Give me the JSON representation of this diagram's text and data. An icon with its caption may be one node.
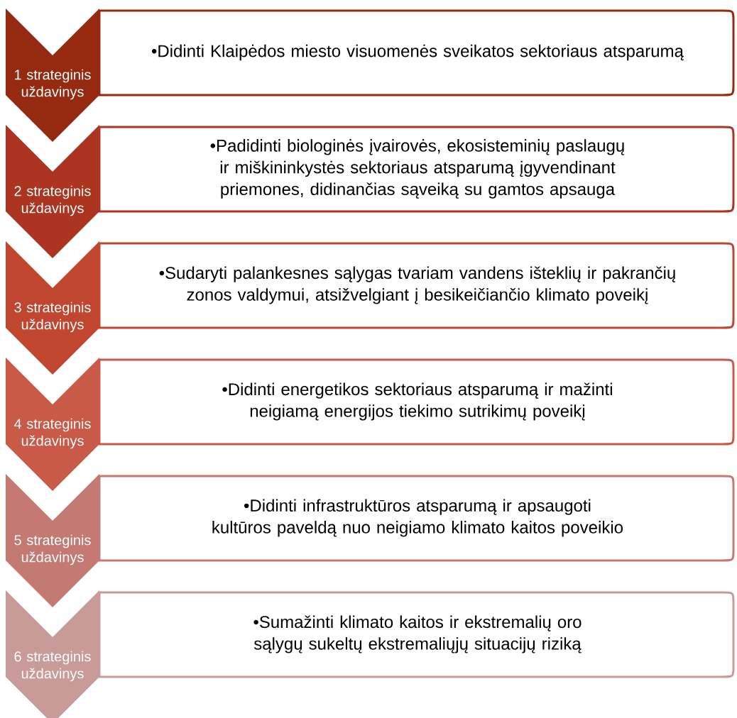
{
  "diagram": {
    "nodes": [
      {
        "text": [
          "1 strateginis uždavinys"
        ]
      },
      {
        "text": [
          "•Didinti Klaipėdos miesto visuomenės sveikatos sektoriaus atsparumą"
        ]
      },
      {
        "text": [
          "2 strateginis uždavinys"
        ]
      },
      {
        "text": [
          "•Padidinti biologinės įvairovės, ekosisteminių paslaugų ir miškininkystės sektoriaus atsparumą įgyvendinant priemones, didinančias sąveiką su gamtos apsauga"
        ]
      },
      {
        "text": [
          "3 strateginis uždavinys"
        ]
      },
      {
        "text": [
          "•Sudaryti palankesnes sąlygas tvariam vandens išteklių ir pakrančių zonos valdymui, atsižvelgiant į besikeičiančio klimato poveikį"
        ]
      },
      {
        "text": [
          "4 strateginis uždavinys"
        ]
      },
      {
        "text": [
          "•Didinti energetikos sektoriaus atsparumą ir mažinti neigiamą energijos tiekimo sutrikimų poveikį"
        ]
      },
      {
        "text": [
          "5 strateginis uždavinys"
        ]
      },
      {
        "text": [
          "•Didinti infrastruktūros atsparumą ir apsaugoti kultūros paveldą nuo neigiamo klimato kaitos poveikio"
        ]
      },
      {
        "text": [
          "6 strateginis uždavinys"
        ]
      },
      {
        "text": [
          "•Sumažinti klimato kaitos ir ekstremalių oro sąlygų sukeltų ekstremaliųjų situacijų riziką"
        ]
      }
    ]
  }
}
